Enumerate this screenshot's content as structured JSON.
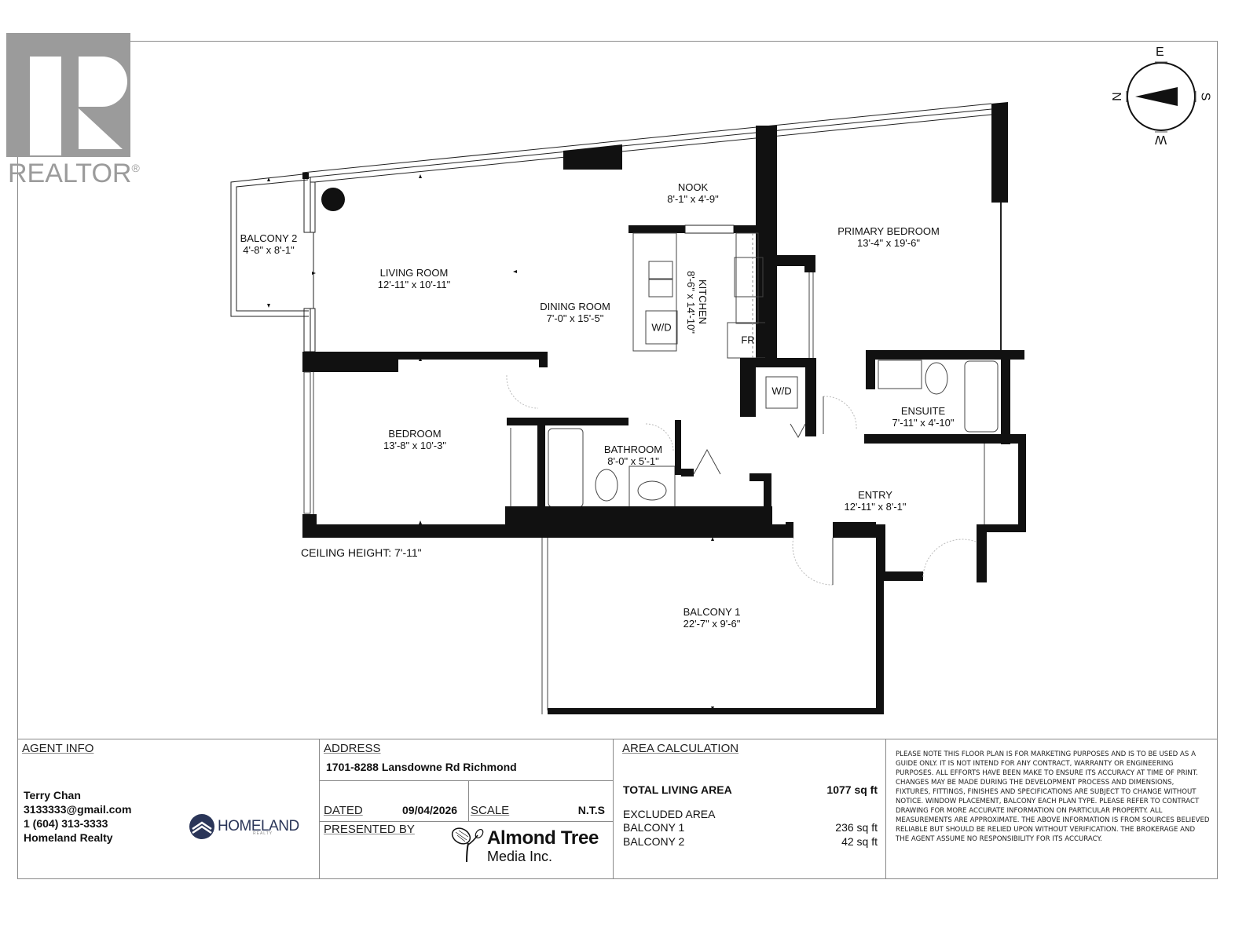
{
  "branding": {
    "realtor_logo_text": "REALTOR",
    "realtor_registered": "®"
  },
  "compass": {
    "north": "N",
    "east": "E",
    "south": "S",
    "west": "W"
  },
  "rooms": {
    "balcony2": {
      "name": "BALCONY 2",
      "dim": "4'-8\" x 8'-1\""
    },
    "living_room": {
      "name": "LIVING ROOM",
      "dim": "12'-11\" x 10'-11\""
    },
    "nook": {
      "name": "NOOK",
      "dim": "8'-1\" x 4'-9\""
    },
    "dining_room": {
      "name": "DINING ROOM",
      "dim": "7'-0\" x 15'-5\""
    },
    "kitchen": {
      "name": "KITCHEN",
      "dim": "8'-6\" x 14'-10\""
    },
    "primary_bedroom": {
      "name": "PRIMARY BEDROOM",
      "dim": "13'-4\" x 19'-6\""
    },
    "bedroom": {
      "name": "BEDROOM",
      "dim": "13'-8\" x 10'-3\""
    },
    "bathroom": {
      "name": "BATHROOM",
      "dim": "8'-0\" x 5'-1\""
    },
    "ensuite": {
      "name": "ENSUITE",
      "dim": "7'-11\" x 4'-10\""
    },
    "entry": {
      "name": "ENTRY",
      "dim": "12'-11\" x 8'-1\""
    },
    "balcony1": {
      "name": "BALCONY 1",
      "dim": "22'-7\" x 9'-6\""
    }
  },
  "fixtures": {
    "wd_kitchen": "W/D",
    "wd_closet": "W/D",
    "fridge": "FR"
  },
  "ceiling_height": "CEILING HEIGHT: 7'-11\"",
  "title_block": {
    "agent": {
      "header": "AGENT INFO",
      "name": "Terry Chan",
      "email": "3133333@gmail.com",
      "phone": "1 (604) 313-3333",
      "company": "Homeland Realty",
      "logo_text": "HOMELAND",
      "logo_sub": "REALTY"
    },
    "address": {
      "header": "ADDRESS",
      "value": "1701-8288 Lansdowne Rd Richmond"
    },
    "dated": {
      "label": "DATED",
      "value": "09/04/2026"
    },
    "scale": {
      "label": "SCALE",
      "value": "N.T.S"
    },
    "presented_by": {
      "header": "PRESENTED BY",
      "logo_title": "Almond Tree",
      "logo_sub": "Media Inc."
    },
    "area": {
      "header": "AREA CALCULATION",
      "total_label": "TOTAL LIVING AREA",
      "total_value": "1077 sq ft",
      "excluded_label": "EXCLUDED AREA",
      "balcony1_label": "BALCONY 1",
      "balcony1_value": "236 sq ft",
      "balcony2_label": "BALCONY 2",
      "balcony2_value": "42 sq ft"
    },
    "disclaimer": "PLEASE NOTE THIS FLOOR PLAN IS FOR MARKETING PURPOSES AND IS TO BE USED AS A GUIDE ONLY. IT IS NOT INTEND FOR ANY CONTRACT, WARRANTY OR ENGINEERING PURPOSES. ALL EFFORTS HAVE BEEN MAKE TO ENSURE ITS ACCURACY AT TIME OF PRINT. CHANGES MAY BE MADE DURING THE DEVELOPMENT PROCESS AND DIMENSIONS, FIXTURES, FITTINGS, FINISHES AND SPECIFICATIONS ARE SUBJECT TO CHANGE WITHOUT NOTICE. WINDOW PLACEMENT, BALCONY EACH PLAN TYPE. PLEASE REFER TO CONTRACT DRAWING FOR MORE ACCURATE INFORMATION ON PARTICULAR PROPERTY. ALL MEASUREMENTS ARE APPROXIMATE. THE ABOVE INFORMATION IS FROM SOURCES BELIEVED RELIABLE BUT SHOULD BE RELIED UPON WITHOUT VERIFICATION. THE BROKERAGE AND THE AGENT ASSUME NO RESPONSIBILITY FOR ITS ACCURACY."
  }
}
